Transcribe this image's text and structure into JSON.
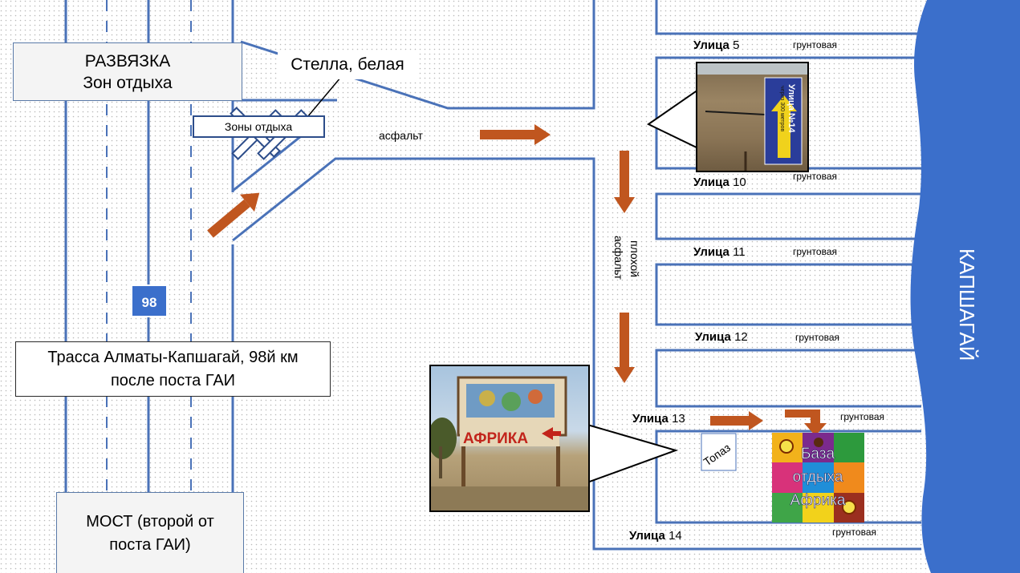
{
  "map": {
    "boxes": {
      "interchange_line1": "РАЗВЯЗКА",
      "interchange_line2": "Зон отдыха",
      "stela": "Стелла, белая",
      "highway_line1": "Трасса Алматы-Капшагай, 98й км",
      "highway_line2": "после поста ГАИ",
      "bridge_line1": "МОСТ (второй от",
      "bridge_line2": "поста ГАИ)"
    },
    "sign_text": "Зоны отдыха",
    "route_badge": "98",
    "road_labels": {
      "asphalt": "асфальт",
      "bad_asphalt_line1": "плохой",
      "bad_asphalt_line2": "асфальт"
    },
    "reservoir": "КАПШАГАЙ",
    "street_word": "Улица",
    "streets": [
      {
        "number": "5",
        "surface": "грунтовая"
      },
      {
        "number": "10",
        "surface": "грунтовая"
      },
      {
        "number": "11",
        "surface": "грунтовая"
      },
      {
        "number": "12",
        "surface": "грунтовая"
      },
      {
        "number": "13",
        "surface": "грунтовая"
      },
      {
        "number": "14",
        "surface": "грунтовая"
      }
    ],
    "topaz": "Топаз",
    "base": {
      "line1": "База",
      "line2": "отдыха",
      "line3": "Африка"
    },
    "photo_sign": {
      "street_sign_line1": "Улица №14",
      "street_sign_line2": "через 300 метров"
    },
    "photo_billboard": {
      "text": "АФРИКА"
    },
    "colors": {
      "road": "#4a72b8",
      "arrow": "#c0561f",
      "water": "#3b6fcb",
      "badge": "#3b6fcb"
    }
  }
}
